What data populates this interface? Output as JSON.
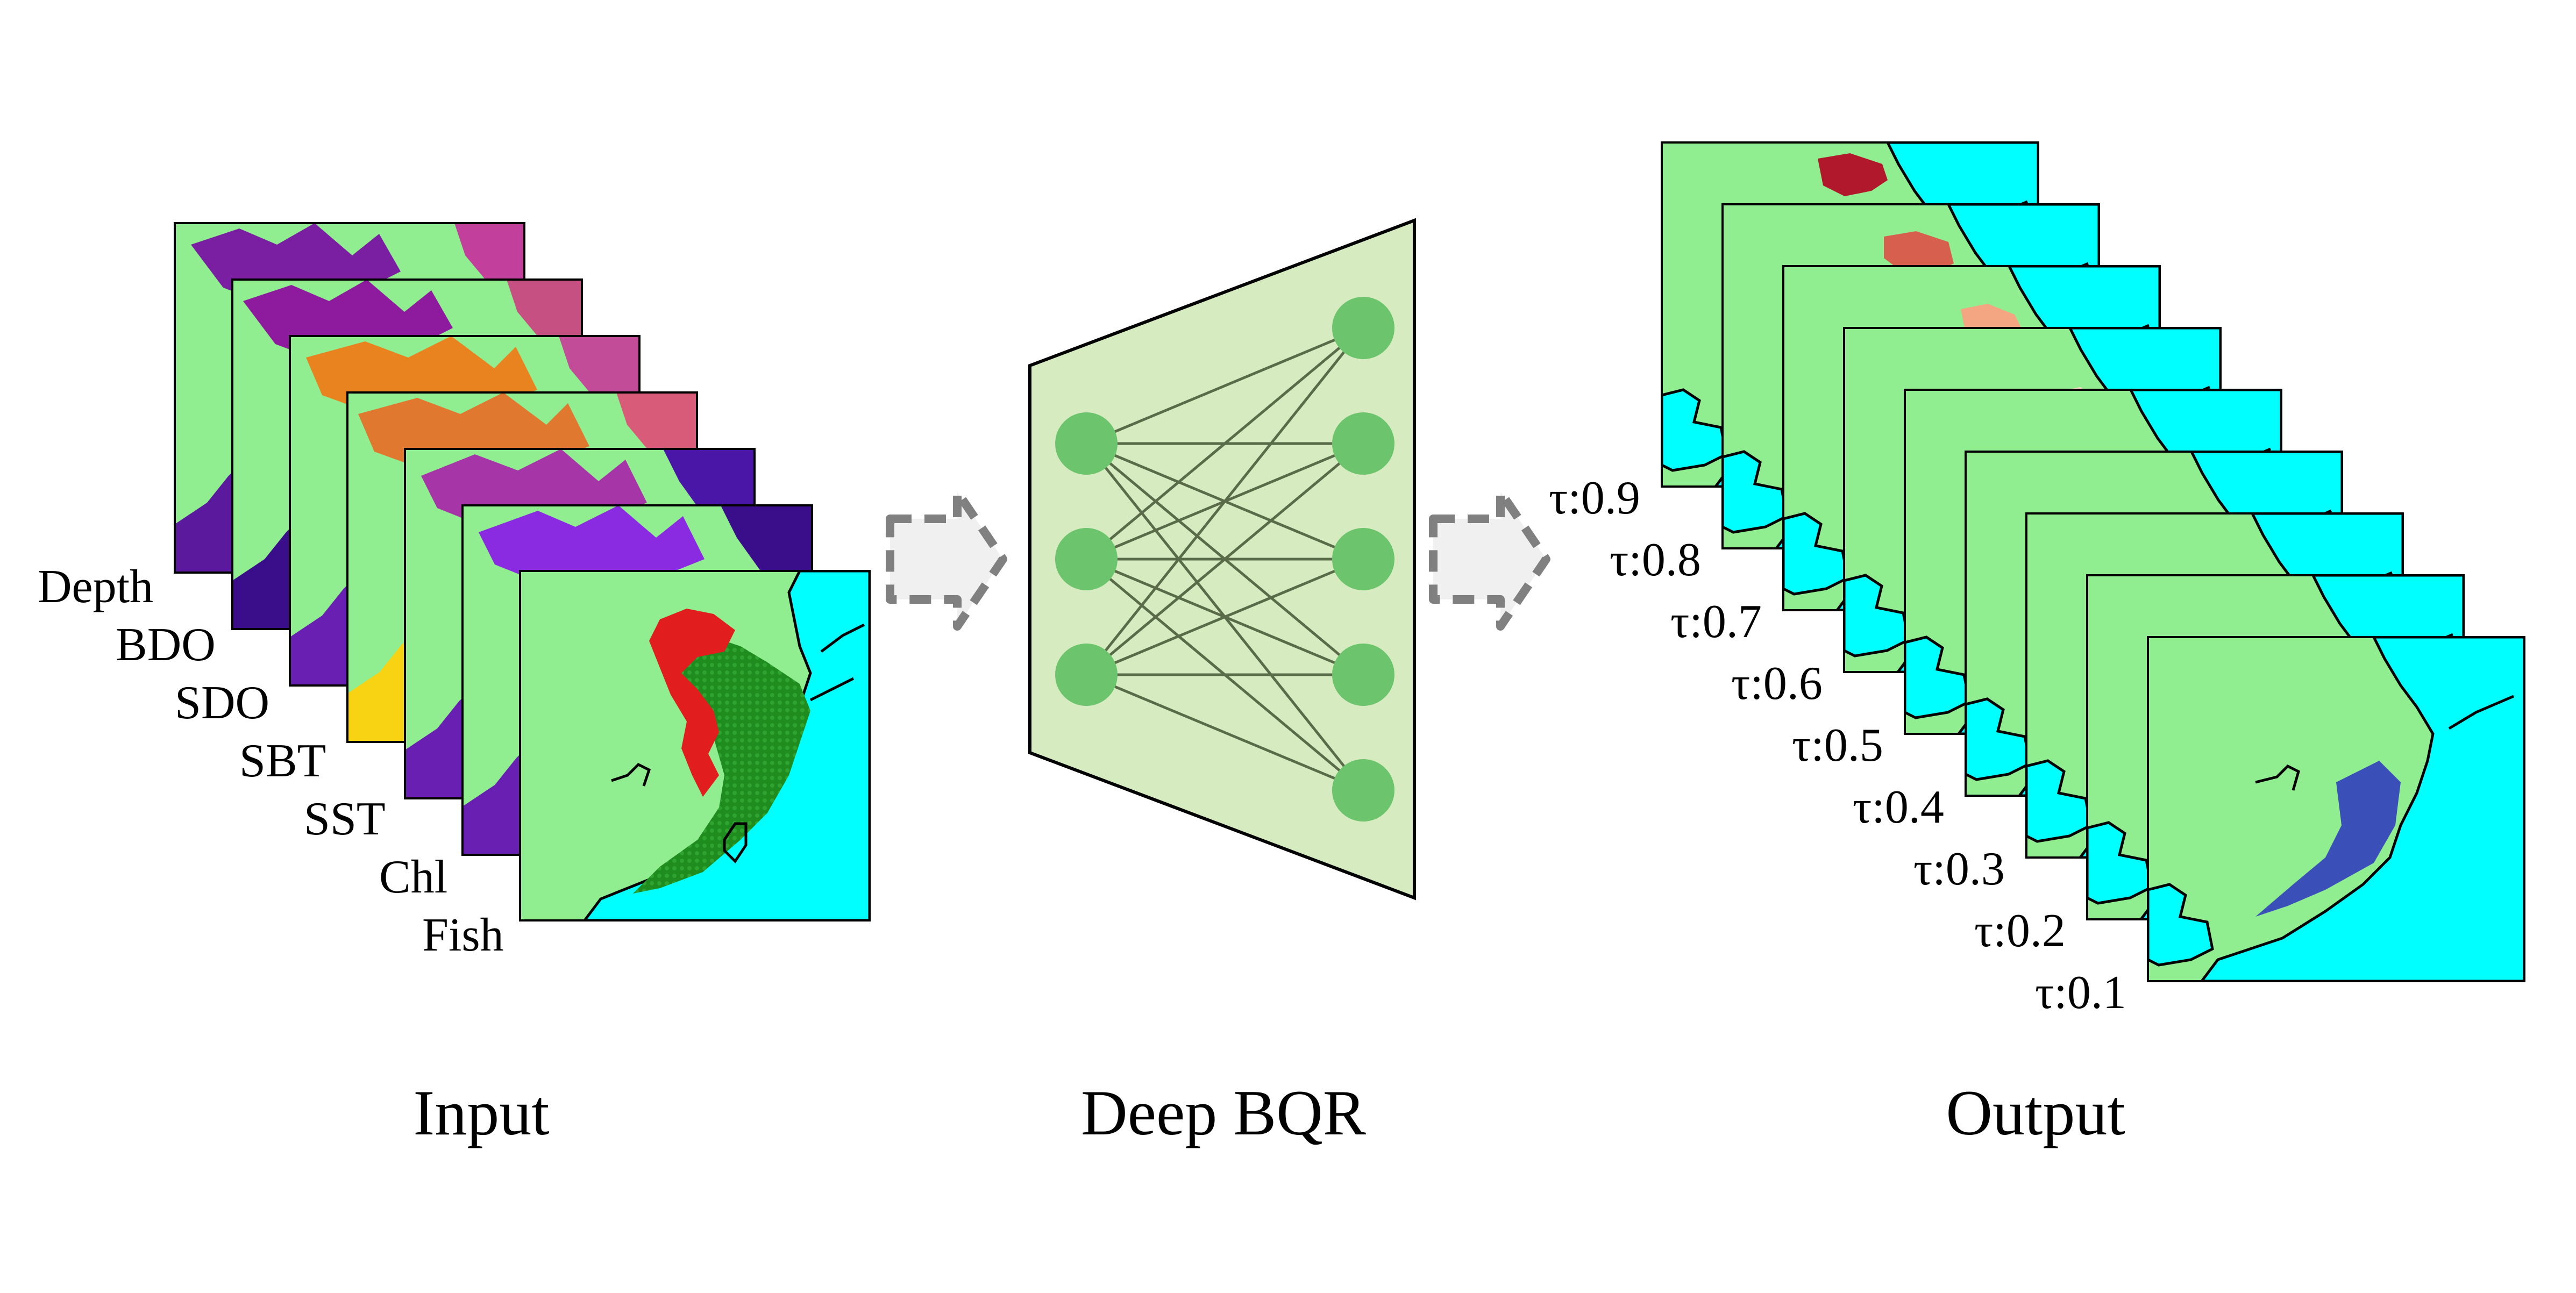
{
  "input": {
    "title": "Input",
    "layers": [
      "Depth",
      "BDO",
      "SDO",
      "SBT",
      "SST",
      "Chl",
      "Fish"
    ]
  },
  "model": {
    "title": "Deep BQR",
    "network": {
      "input_nodes": 3,
      "output_nodes": 5
    }
  },
  "output": {
    "title": "Output",
    "quantiles": [
      "τ:0.9",
      "τ:0.8",
      "τ:0.7",
      "τ:0.6",
      "τ:0.5",
      "τ:0.4",
      "τ:0.3",
      "τ:0.2",
      "τ:0.1"
    ]
  },
  "colors": {
    "land": "#90ee90",
    "sea": "#00ffff",
    "coast": "#000000",
    "fish_presence": "#1e8c1e",
    "fish_hotspot": "#e11d1d",
    "model_panel": "#d6ecc0",
    "node": "#6cc46c",
    "edge": "#5a6b4a",
    "arrow": "#808080",
    "arrow_fill": "#f0f0f0",
    "env_layers": [
      "#7a1fa2",
      "#8e1a9e",
      "#e8831f",
      "#d85c7a",
      "#6a1fb3",
      "#8a2be2"
    ],
    "quantile_colors": [
      "#b2182b",
      "#d6604d",
      "#f4a582",
      "#fddbc7",
      "#d1e5f0",
      "#92c5de",
      "#6f8fd0",
      "#4a5fc0",
      "#3a4fb8"
    ]
  }
}
